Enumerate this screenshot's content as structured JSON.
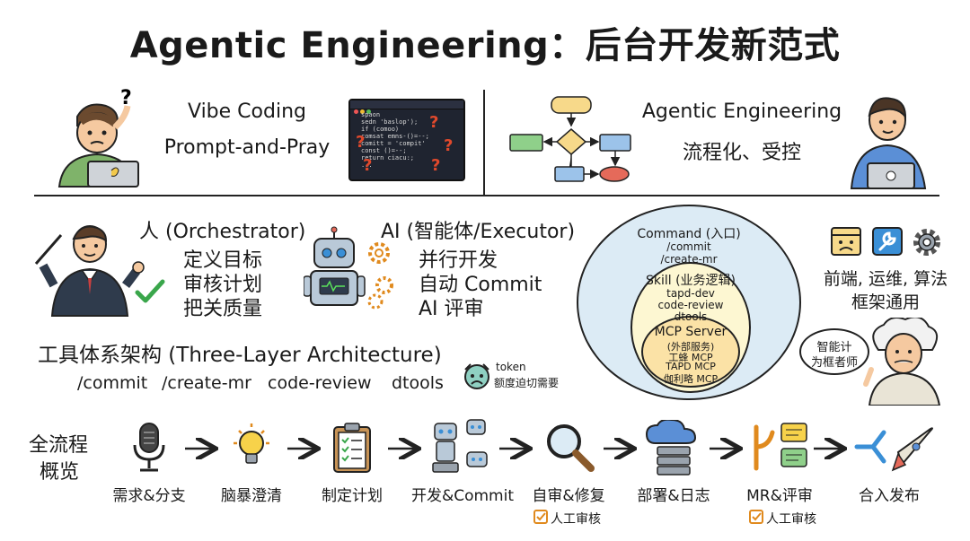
{
  "title": "Agentic Engineering：后台开发新范式",
  "vibe": {
    "line1": "Vibe Coding",
    "line2": "Prompt-and-Pray"
  },
  "code_snippet": [
    "spaon",
    "sedn 'baslop');",
    "if (comoo)",
    "comsat emns-()=--;",
    "comitt = 'compit'",
    "const ()=--;",
    "return ciacu:;",
    "..."
  ],
  "agentic": {
    "line1": "Agentic Engineering",
    "line2": "流程化、受控"
  },
  "human": {
    "title": "人 (Orchestrator)",
    "items": [
      "定义目标",
      "审核计划",
      "把关质量"
    ]
  },
  "ai": {
    "title": "AI (智能体/Executor)",
    "items": [
      "并行开发",
      "自动 Commit",
      "AI 评审"
    ]
  },
  "layers": {
    "command": {
      "title": "Command (入口)",
      "lines": [
        "/commit",
        "/create-mr"
      ]
    },
    "skill": {
      "title": "Skill (业务逻辑)",
      "lines": [
        "tapd-dev",
        "code-review",
        "dtools"
      ]
    },
    "mcp": {
      "title": "MCP Server",
      "lines": [
        "(外部服务)",
        "工蜂 MCP",
        "TAPD MCP",
        "伽利略 MCP"
      ]
    }
  },
  "domains": {
    "line1": "前端, 运维, 算法",
    "line2": "框架通用"
  },
  "einstein_bubble": {
    "line1": "智能计",
    "line2": "为框者师"
  },
  "tools": {
    "title": "工具体系架构 (Three-Layer Architecture)",
    "items": [
      "/commit",
      "/create-mr",
      "code-review",
      "dtools"
    ]
  },
  "token": {
    "line1": "token",
    "line2": "额度迫切需要"
  },
  "overview": {
    "line1": "全流程",
    "line2": "概览"
  },
  "steps": [
    {
      "label": "需求&分支",
      "icon": "microphone-icon"
    },
    {
      "label": "脑暴澄清",
      "icon": "lightbulb-icon"
    },
    {
      "label": "制定计划",
      "icon": "clipboard-checklist-icon"
    },
    {
      "label": "开发&Commit",
      "icon": "robots-icon"
    },
    {
      "label": "自审&修复",
      "icon": "magnifier-icon"
    },
    {
      "label": "部署&日志",
      "icon": "cloud-server-icon"
    },
    {
      "label": "MR&评审",
      "icon": "branch-chat-icon"
    },
    {
      "label": "合入发布",
      "icon": "rocket-icon"
    }
  ],
  "checks": [
    "人工审核",
    "人工审核"
  ],
  "colors": {
    "ink": "#1a1a1a",
    "outer_circle": "#dcebf5",
    "skill_circle": "#fdf7d2",
    "mcp_circle": "#fbe2a6",
    "check_orange": "#e08a1e",
    "check_green": "#3aa64b"
  }
}
